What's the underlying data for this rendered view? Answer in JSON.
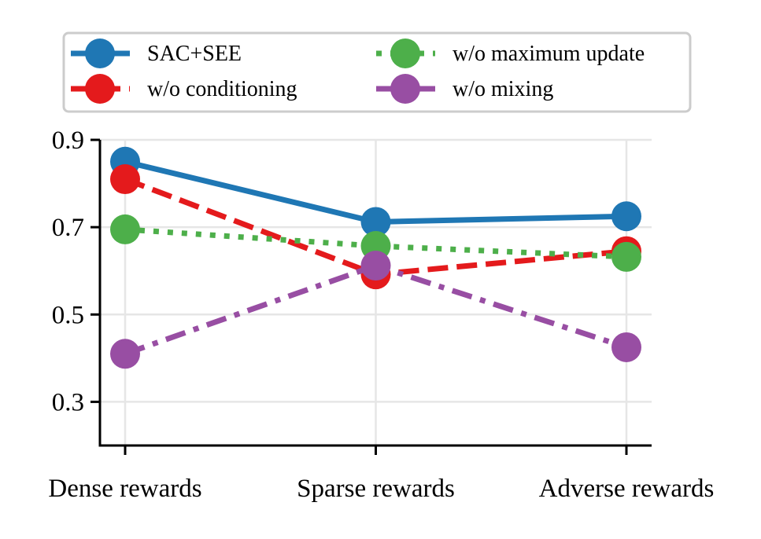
{
  "chart_data": {
    "type": "line",
    "categories": [
      "Dense rewards",
      "Sparse rewards",
      "Adverse rewards"
    ],
    "series": [
      {
        "name": "SAC+SEE",
        "values": [
          0.85,
          0.712,
          0.725
        ],
        "color": "#1f77b4",
        "linestyle": "solid"
      },
      {
        "name": "w/o conditioning",
        "values": [
          0.81,
          0.592,
          0.645
        ],
        "color": "#e41a1c",
        "linestyle": "dashed"
      },
      {
        "name": "w/o maximum update",
        "values": [
          0.695,
          0.657,
          0.632
        ],
        "color": "#4daf4a",
        "linestyle": "dotted"
      },
      {
        "name": "w/o mixing",
        "values": [
          0.41,
          0.612,
          0.425
        ],
        "color": "#984ea3",
        "linestyle": "dashdot"
      }
    ],
    "ylim": [
      0.2,
      0.9
    ],
    "yticks": [
      "0.3",
      "0.5",
      "0.7",
      "0.9"
    ],
    "xlabel": "",
    "ylabel": "",
    "title": "",
    "grid": true,
    "legend": {
      "placement": "top",
      "columns": 2
    }
  }
}
